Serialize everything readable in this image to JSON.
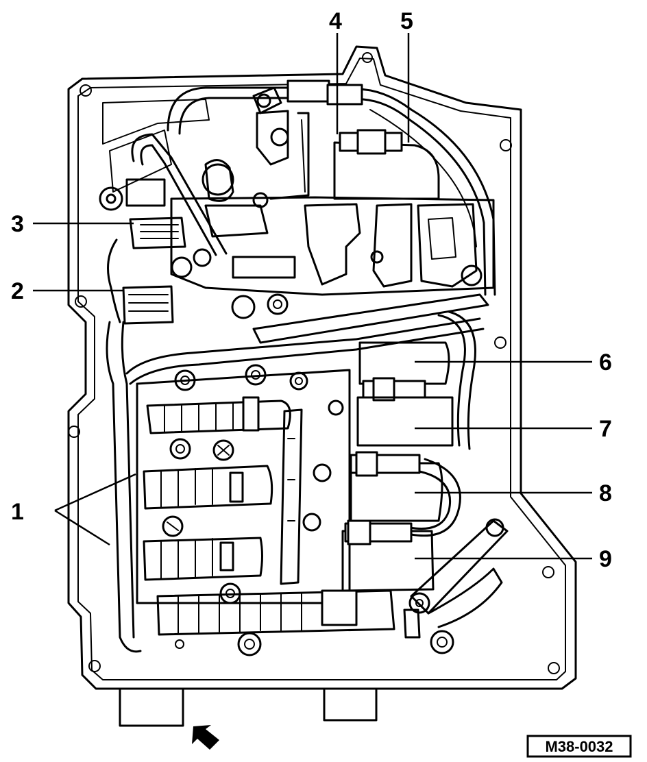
{
  "callouts": {
    "c1": "1",
    "c2": "2",
    "c3": "3",
    "c4": "4",
    "c5": "5",
    "c6": "6",
    "c7": "7",
    "c8": "8",
    "c9": "9"
  },
  "reference_code": "M38-0032",
  "colors": {
    "line": "#000000",
    "background": "#ffffff"
  }
}
